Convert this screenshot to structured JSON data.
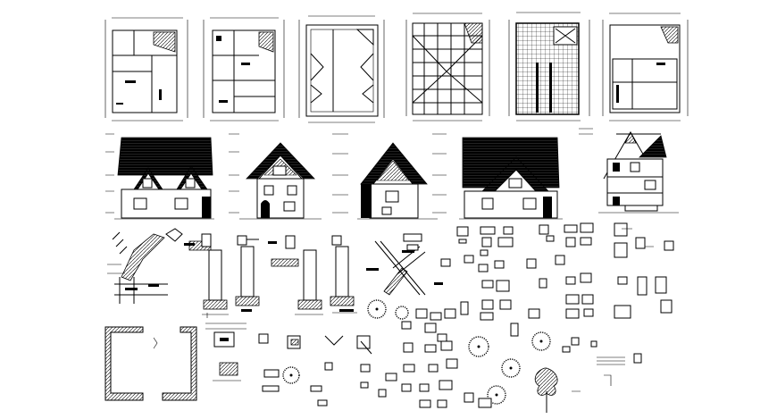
{
  "drawing_sheet": {
    "description_visible_text": [],
    "colors": {
      "line": "#000000",
      "background": "#ffffff"
    },
    "floor_plans": 6,
    "elevations": 5,
    "detail_sections": 4
  }
}
